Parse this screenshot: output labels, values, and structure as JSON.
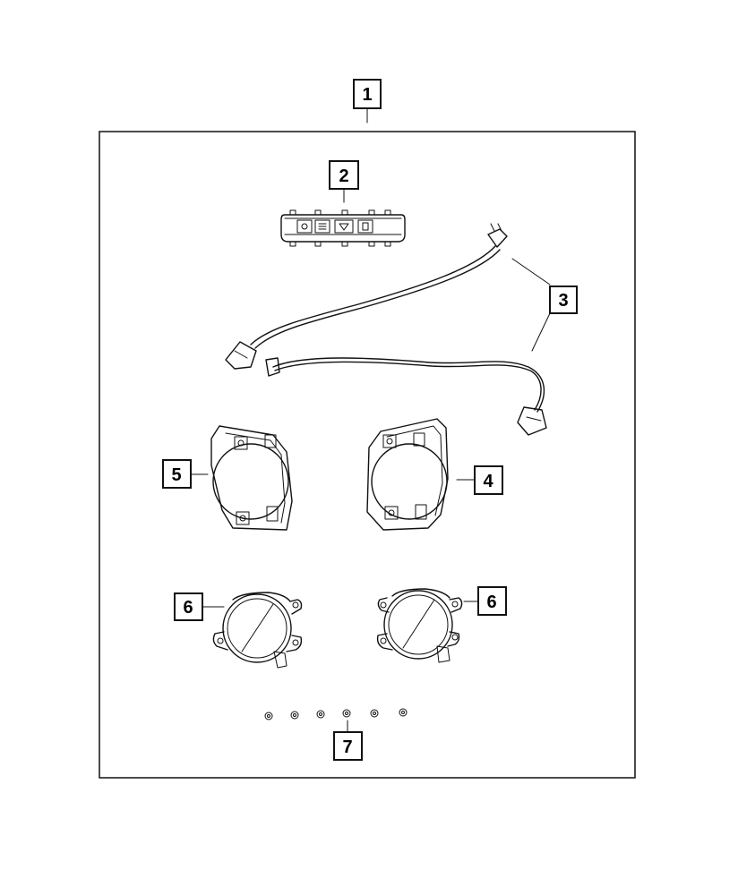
{
  "callouts": {
    "c1": "1",
    "c2": "2",
    "c3": "3",
    "c4": "4",
    "c5": "5",
    "c6_left": "6",
    "c6_right": "6",
    "c7": "7"
  },
  "parts": [
    {
      "id": "kit",
      "callout": "1"
    },
    {
      "id": "switch-bank",
      "callout": "2"
    },
    {
      "id": "wiring-harness",
      "callout": "3"
    },
    {
      "id": "bracket-right",
      "callout": "4"
    },
    {
      "id": "bracket-left",
      "callout": "5"
    },
    {
      "id": "fog-lamp",
      "callout": "6"
    },
    {
      "id": "nuts",
      "callout": "7"
    }
  ]
}
